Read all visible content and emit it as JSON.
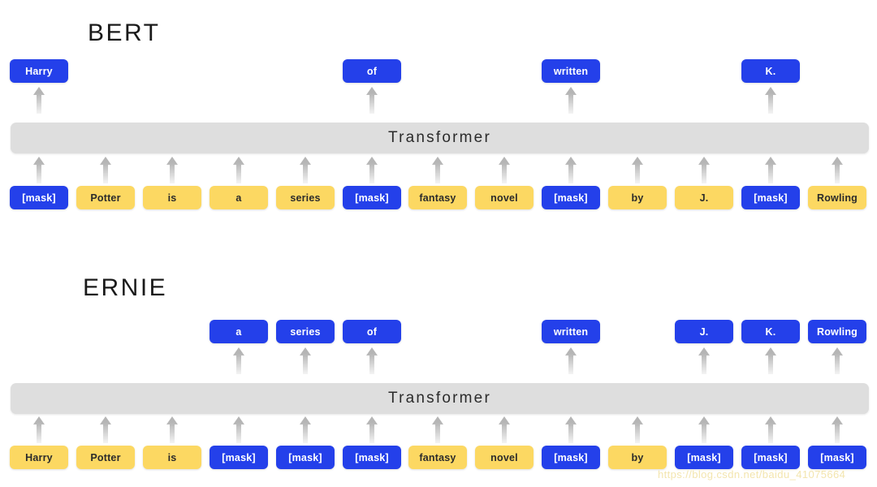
{
  "meta": {
    "watermark": "https://blog.csdn.net/baidu_41075664"
  },
  "colors": {
    "mask_box": "#2440ea",
    "word_box": "#fcd862",
    "transformer_bar": "#dedede",
    "arrow": "#b3b3b3",
    "title_text": "#1a1a1a",
    "watermark": "#f2e3a8"
  },
  "sections": [
    {
      "id": "bert",
      "title": "BERT",
      "transformer_label": "Transformer",
      "outputs": [
        {
          "col": 0,
          "label": "Harry"
        },
        {
          "col": 5,
          "label": "of"
        },
        {
          "col": 8,
          "label": "written"
        },
        {
          "col": 11,
          "label": "K."
        }
      ],
      "inputs": [
        {
          "col": 0,
          "label": "[mask]",
          "type": "mask"
        },
        {
          "col": 1,
          "label": "Potter",
          "type": "word"
        },
        {
          "col": 2,
          "label": "is",
          "type": "word"
        },
        {
          "col": 3,
          "label": "a",
          "type": "word"
        },
        {
          "col": 4,
          "label": "series",
          "type": "word"
        },
        {
          "col": 5,
          "label": "[mask]",
          "type": "mask"
        },
        {
          "col": 6,
          "label": "fantasy",
          "type": "word"
        },
        {
          "col": 7,
          "label": "novel",
          "type": "word"
        },
        {
          "col": 8,
          "label": "[mask]",
          "type": "mask"
        },
        {
          "col": 9,
          "label": "by",
          "type": "word"
        },
        {
          "col": 10,
          "label": "J.",
          "type": "word"
        },
        {
          "col": 11,
          "label": "[mask]",
          "type": "mask"
        },
        {
          "col": 12,
          "label": "Rowling",
          "type": "word"
        }
      ]
    },
    {
      "id": "ernie",
      "title": "ERNIE",
      "transformer_label": "Transformer",
      "outputs": [
        {
          "col": 3,
          "label": "a"
        },
        {
          "col": 4,
          "label": "series"
        },
        {
          "col": 5,
          "label": "of"
        },
        {
          "col": 8,
          "label": "written"
        },
        {
          "col": 10,
          "label": "J."
        },
        {
          "col": 11,
          "label": "K."
        },
        {
          "col": 12,
          "label": "Rowling"
        }
      ],
      "inputs": [
        {
          "col": 0,
          "label": "Harry",
          "type": "word"
        },
        {
          "col": 1,
          "label": "Potter",
          "type": "word"
        },
        {
          "col": 2,
          "label": "is",
          "type": "word"
        },
        {
          "col": 3,
          "label": "[mask]",
          "type": "mask"
        },
        {
          "col": 4,
          "label": "[mask]",
          "type": "mask"
        },
        {
          "col": 5,
          "label": "[mask]",
          "type": "mask"
        },
        {
          "col": 6,
          "label": "fantasy",
          "type": "word"
        },
        {
          "col": 7,
          "label": "novel",
          "type": "word"
        },
        {
          "col": 8,
          "label": "[mask]",
          "type": "mask"
        },
        {
          "col": 9,
          "label": "by",
          "type": "word"
        },
        {
          "col": 10,
          "label": "[mask]",
          "type": "mask"
        },
        {
          "col": 11,
          "label": "[mask]",
          "type": "mask"
        },
        {
          "col": 12,
          "label": "[mask]",
          "type": "mask"
        }
      ]
    }
  ]
}
